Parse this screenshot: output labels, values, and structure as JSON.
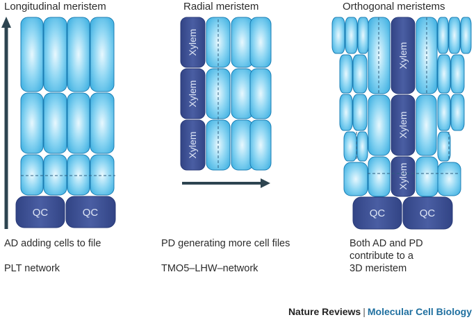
{
  "panels": {
    "longitudinal": {
      "title": "Longitudinal meristem",
      "cell_label": "QC",
      "caption_line1": "AD adding cells to file",
      "caption_line2": "PLT network"
    },
    "radial": {
      "title": "Radial meristem",
      "cell_label": "Xylem",
      "caption_line1": "PD generating more cell files",
      "caption_line2": "TMO5–LHW–network"
    },
    "orthogonal": {
      "title": "Orthogonal meristems",
      "cell_label": "Xylem",
      "qc_label": "QC",
      "caption_lines": [
        "Both AD and PD",
        "contribute to a",
        "3D meristem"
      ]
    }
  },
  "footer": {
    "journal": "Nature Reviews",
    "separator": "|",
    "subject": "Molecular Cell Biology"
  },
  "colors": {
    "light_cell": "#5cc0ea",
    "light_cell_highlight": "#e8f8fe",
    "cell_outline": "#1b7db3",
    "dark_cell": "#3c4f95",
    "arrow": "#2d4450",
    "text": "#2b2b2b",
    "footer_accent": "#1f6f9f"
  }
}
